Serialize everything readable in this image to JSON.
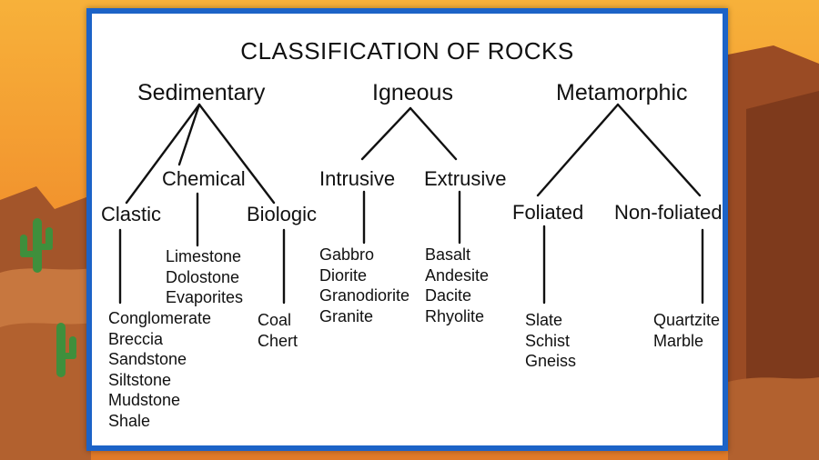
{
  "title": "CLASSIFICATION OF ROCKS",
  "categories": {
    "sedimentary": {
      "label": "Sedimentary",
      "clastic": {
        "label": "Clastic",
        "examples": [
          "Conglomerate",
          "Breccia",
          "Sandstone",
          "Siltstone",
          "Mudstone",
          "Shale"
        ]
      },
      "chemical": {
        "label": "Chemical",
        "examples": [
          "Limestone",
          "Dolostone",
          "Evaporites"
        ]
      },
      "biologic": {
        "label": "Biologic",
        "examples": [
          "Coal",
          "Chert"
        ]
      }
    },
    "igneous": {
      "label": "Igneous",
      "intrusive": {
        "label": "Intrusive",
        "examples": [
          "Gabbro",
          "Diorite",
          "Granodiorite",
          "Granite"
        ]
      },
      "extrusive": {
        "label": "Extrusive",
        "examples": [
          "Basalt",
          "Andesite",
          "Dacite",
          "Rhyolite"
        ]
      }
    },
    "metamorphic": {
      "label": "Metamorphic",
      "foliated": {
        "label": "Foliated",
        "examples": [
          "Slate",
          "Schist",
          "Gneiss"
        ]
      },
      "nonfoliated": {
        "label": "Non-foliated",
        "examples": [
          "Quartzite",
          "Marble"
        ]
      }
    }
  },
  "colors": {
    "frame": "#1c63c7",
    "sky": "#f39a2b",
    "ground": "#b8632e"
  }
}
